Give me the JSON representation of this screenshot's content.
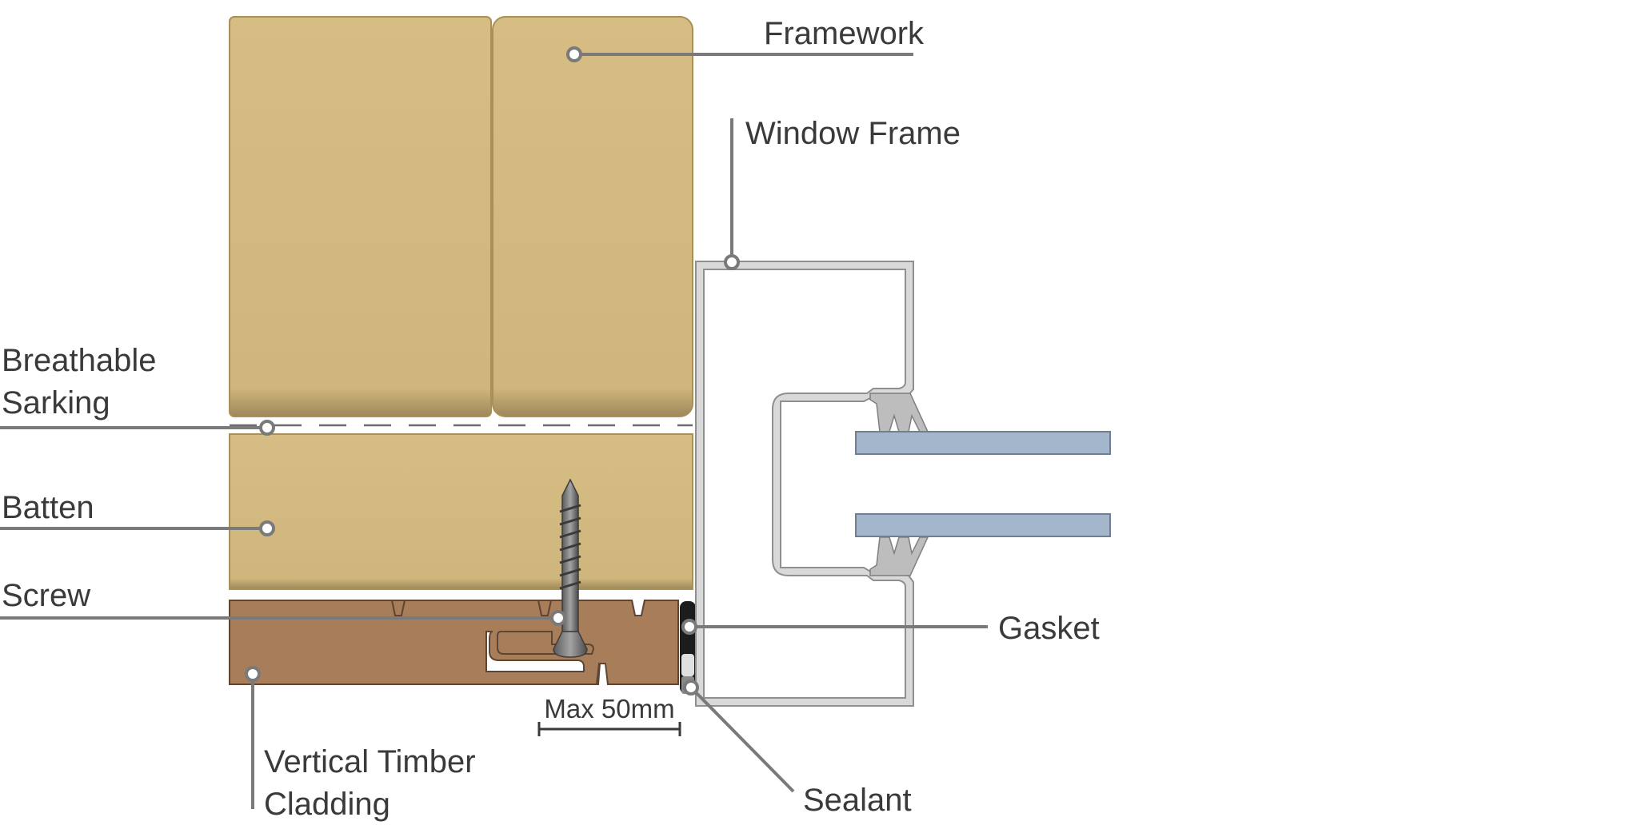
{
  "labels": {
    "framework": "Framework",
    "window_frame": "Window Frame",
    "breathable_sarking_line1": "Breathable",
    "breathable_sarking_line2": "Sarking",
    "batten": "Batten",
    "screw": "Screw",
    "gasket": "Gasket",
    "vertical_timber_cladding_line1": "Vertical Timber",
    "vertical_timber_cladding_line2": "Cladding",
    "sealant": "Sealant",
    "dimension": "Max 50mm"
  },
  "colors": {
    "timber_light": "#d2b97f",
    "timber_edge": "#b59c62",
    "cladding": "#a87d59",
    "cladding_edge": "#5e4534",
    "frame_fill": "#ffffff",
    "frame_stroke": "#9a9a9a",
    "glass": "#a4b6cc",
    "leader": "#7a7a7a",
    "text": "#3a3a3a"
  }
}
